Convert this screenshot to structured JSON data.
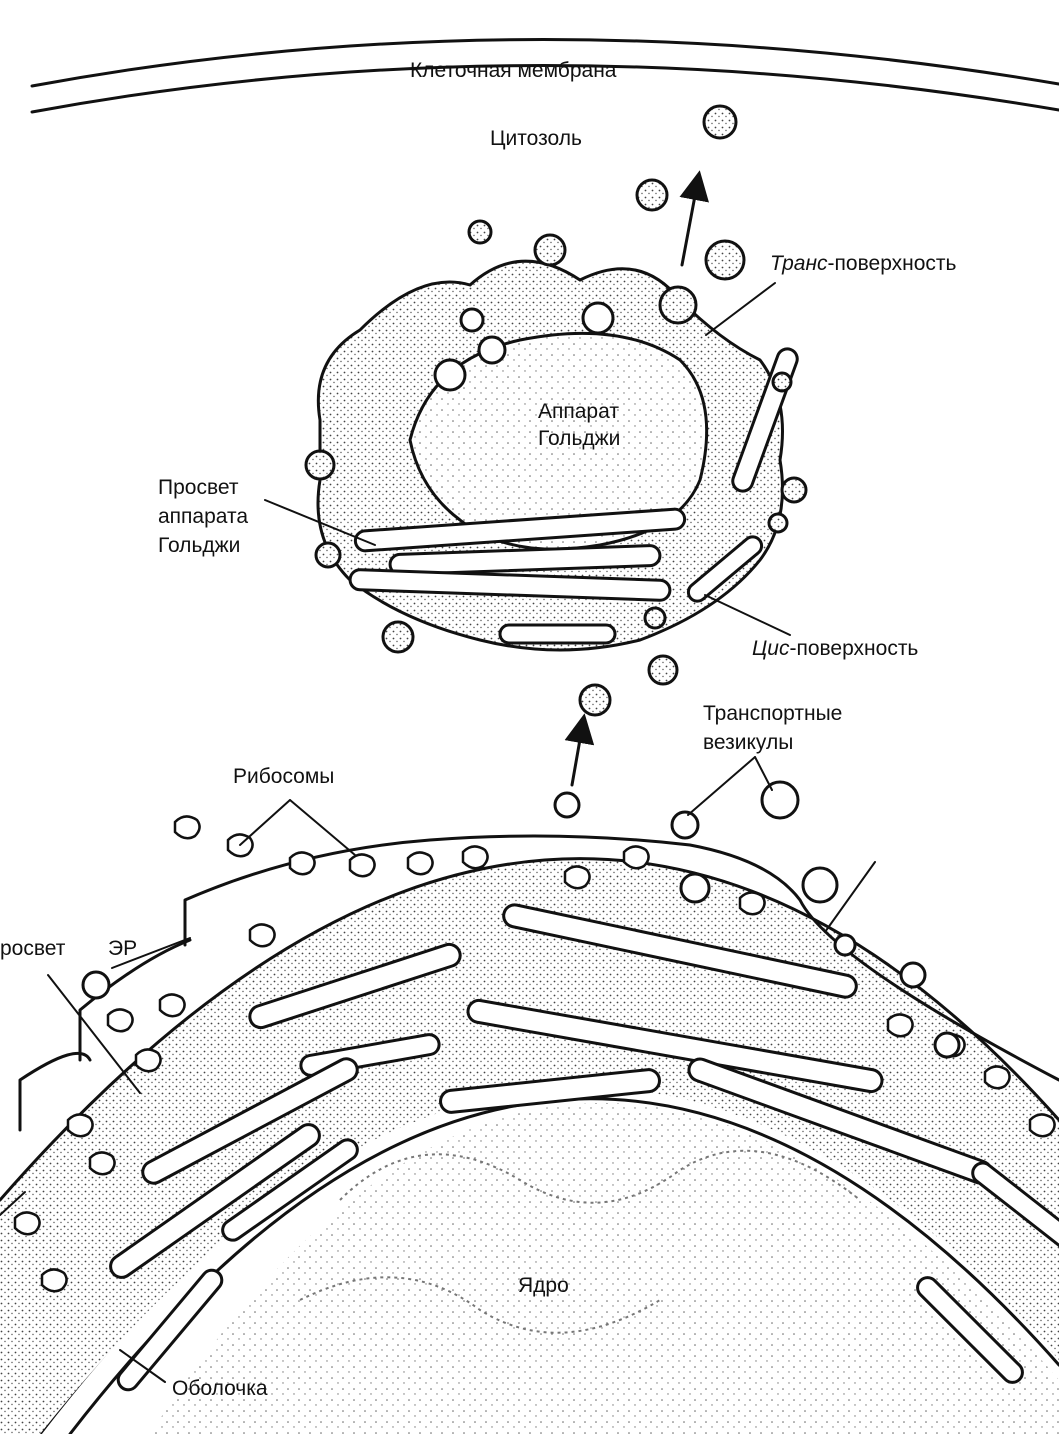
{
  "labels": {
    "cell_membrane": "Клеточная мембрана",
    "cytosol": "Цитозоль",
    "trans_prefix": "Транс",
    "trans_suffix": "-поверхность",
    "golgi_line1": "Аппарат",
    "golgi_line2": "Гольджи",
    "golgi_lumen_line1": "Просвет",
    "golgi_lumen_line2": "аппарата",
    "golgi_lumen_line3": "Гольджи",
    "cis_prefix": "Цис",
    "cis_suffix": "-поверхность",
    "transport_line1": "Транспортные",
    "transport_line2": "везикулы",
    "ribosomes": "Рибосомы",
    "er_lumen": "росвет",
    "er": "ЭР",
    "nucleus": "Ядро",
    "envelope": "Оболочка"
  },
  "colors": {
    "ink": "#111111",
    "paper": "#ffffff",
    "stipple": "#6a6a6a"
  }
}
